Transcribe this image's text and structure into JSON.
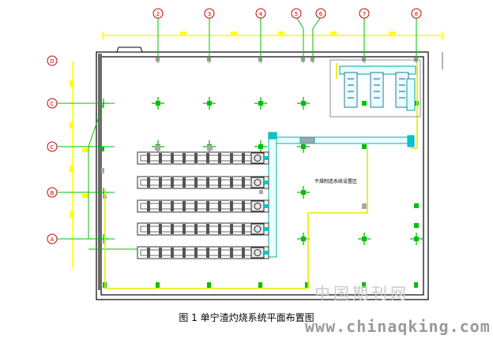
{
  "figure": {
    "caption": "图 1  单宁渣灼烧系统平面布置图",
    "inner_label": "干燥制造系统设置区",
    "column_axes": [
      "2",
      "3",
      "4",
      "5",
      "6",
      "7",
      "8"
    ],
    "row_axes": [
      "D",
      "C",
      "C",
      "B",
      "A"
    ],
    "colors": {
      "wall": "#000000",
      "axis_line": "#00c000",
      "dimension": "#ffff00",
      "equipment": "#5a5a5a",
      "duct": "#00c8c8",
      "bubble": "#cc0000"
    }
  },
  "watermark": {
    "site_cn": "中国期刊网",
    "url": "www.chinaqking.com"
  }
}
